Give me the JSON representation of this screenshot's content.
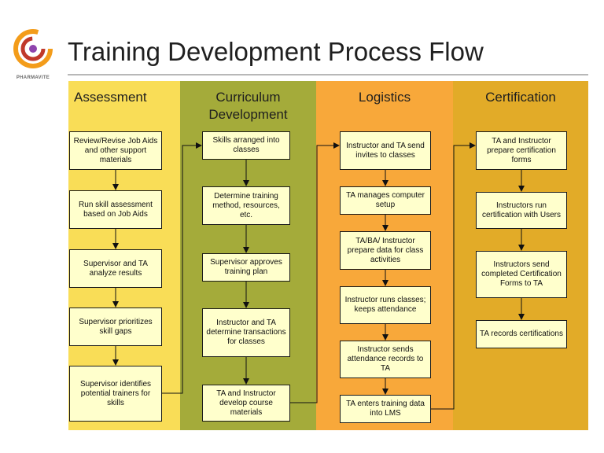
{
  "logo": {
    "text": "PHARMAVITE"
  },
  "title": "Training Development Process Flow",
  "columns": [
    {
      "header": "Assessment",
      "steps": [
        "Review/Revise Job Aids and other support materials",
        "Run skill assessment based on Job Aids",
        "Supervisor and TA analyze results",
        "Supervisor prioritizes skill gaps",
        "Supervisor identifies potential trainers for skills"
      ]
    },
    {
      "header": "Curriculum Development",
      "steps": [
        "Skills arranged into classes",
        "Determine training method, resources, etc.",
        "Supervisor approves training plan",
        "Instructor and TA determine transactions for classes",
        "TA and Instructor develop course materials"
      ]
    },
    {
      "header": "Logistics",
      "steps": [
        "Instructor and TA send invites to classes",
        "TA manages computer setup",
        "TA/BA/ Instructor prepare data for class activities",
        "Instructor runs classes; keeps attendance",
        "Instructor sends attendance records to TA",
        "TA enters training data into LMS"
      ]
    },
    {
      "header": "Certification",
      "steps": [
        "TA and Instructor prepare certification forms",
        "Instructors run certification with Users",
        "Instructors send completed Certification Forms to TA",
        "TA records certifications"
      ]
    }
  ]
}
